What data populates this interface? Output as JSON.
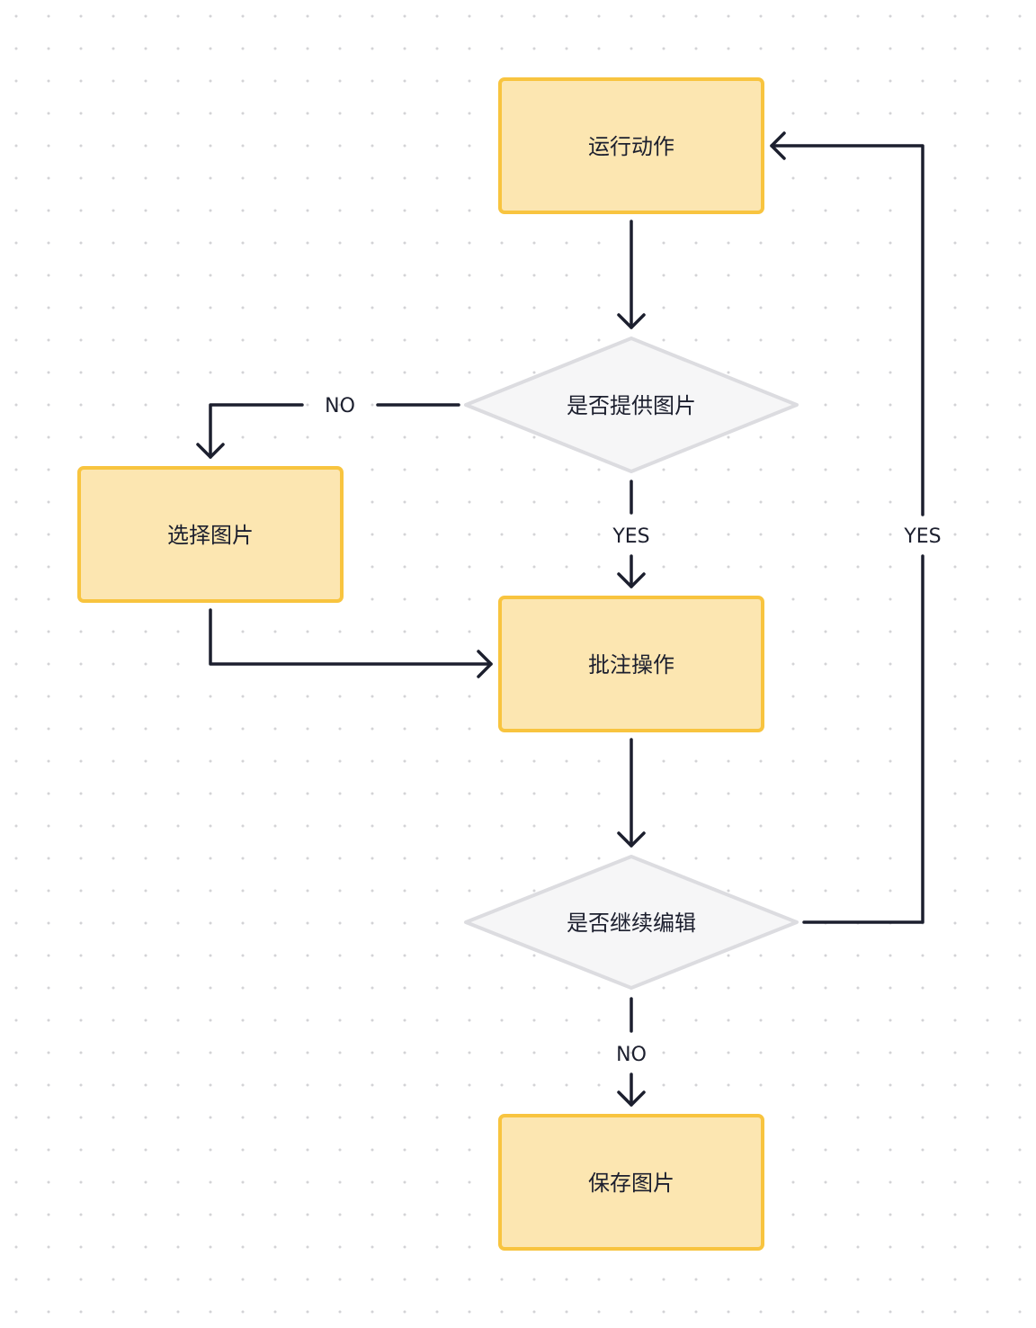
{
  "nodes": {
    "run_action": {
      "label": "运行动作",
      "shape": "process"
    },
    "image_provided": {
      "label": "是否提供图片",
      "shape": "decision"
    },
    "select_image": {
      "label": "选择图片",
      "shape": "process"
    },
    "annotate": {
      "label": "批注操作",
      "shape": "process"
    },
    "continue_edit": {
      "label": "是否继续编辑",
      "shape": "decision"
    },
    "save_image": {
      "label": "保存图片",
      "shape": "process"
    }
  },
  "edges": {
    "run_to_decision": {
      "from": "run_action",
      "to": "image_provided",
      "label": ""
    },
    "decision_no": {
      "from": "image_provided",
      "to": "select_image",
      "label": "NO"
    },
    "decision_yes": {
      "from": "image_provided",
      "to": "annotate",
      "label": "YES"
    },
    "select_to_annotate": {
      "from": "select_image",
      "to": "annotate",
      "label": ""
    },
    "annotate_to_continue": {
      "from": "annotate",
      "to": "continue_edit",
      "label": ""
    },
    "continue_yes": {
      "from": "continue_edit",
      "to": "run_action",
      "label": "YES"
    },
    "continue_no": {
      "from": "continue_edit",
      "to": "save_image",
      "label": "NO"
    }
  },
  "colors": {
    "process_fill": "#fce6b1",
    "process_stroke": "#f8c43f",
    "decision_fill": "#f6f6f7",
    "decision_stroke": "#dcdce0",
    "edge": "#1c1f2e",
    "grid_dot": "#d3d3d6",
    "background": "#ffffff"
  }
}
